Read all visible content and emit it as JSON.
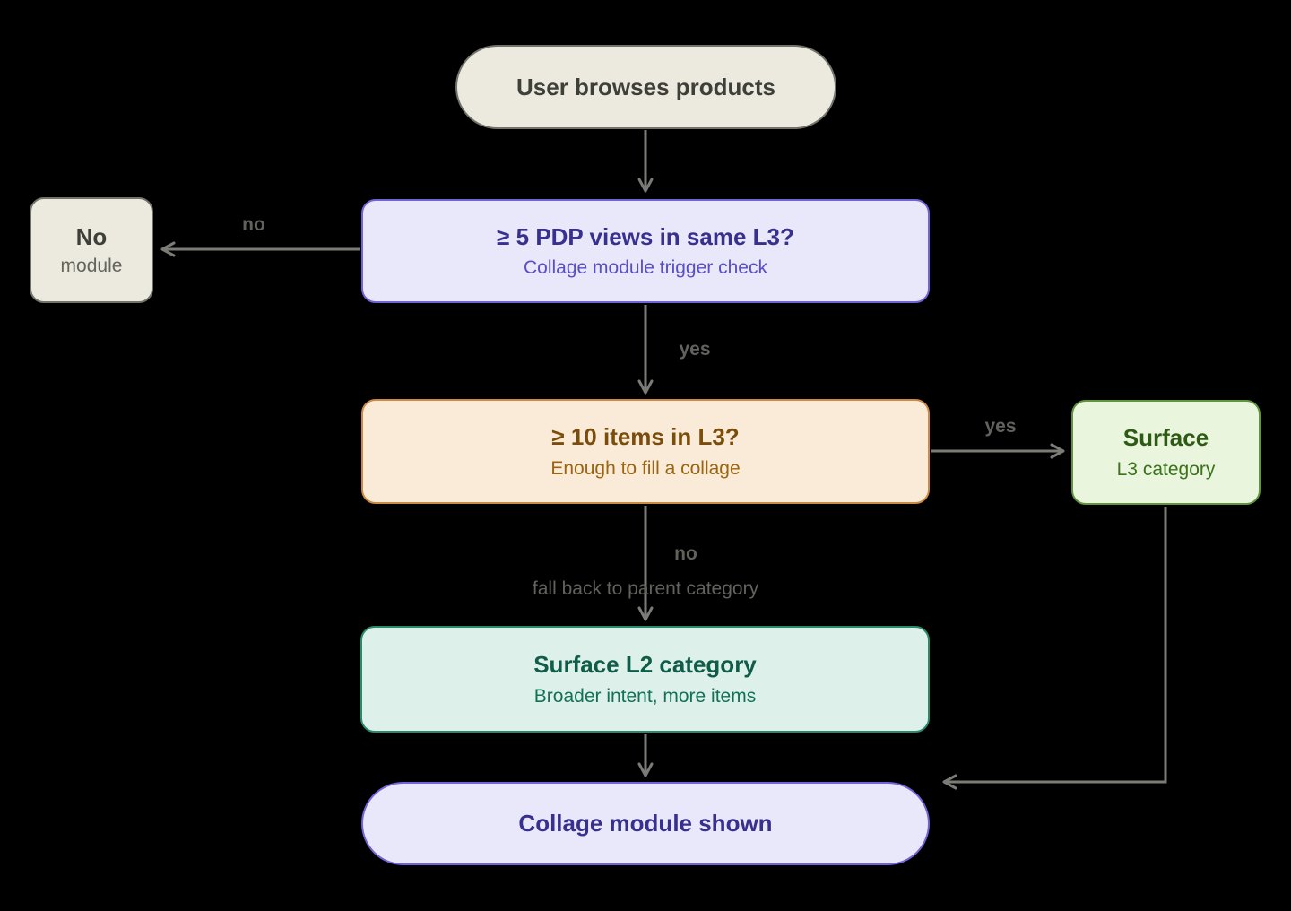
{
  "colors": {
    "bg": "#000000",
    "arrow": "#7c7c77",
    "label": "#62625d",
    "beige-bg": "#eceade",
    "beige-border": "#73736c",
    "beige-text": "#3f3f3a",
    "beige-sub": "#64645e",
    "purple-bg": "#e9e7fa",
    "purple-border": "#7163d8",
    "purple-title": "#38308f",
    "purple-sub": "#5a4ec5",
    "orange-bg": "#faebd8",
    "orange-border": "#cc8a42",
    "orange-title": "#7b4d0c",
    "orange-sub": "#9a6410",
    "green-bg": "#eaf5dd",
    "green-border": "#60953d",
    "green-title": "#2e5b14",
    "green-sub": "#3b721c",
    "teal-bg": "#def0ea",
    "teal-border": "#2b8a6e",
    "teal-title": "#0f5c49",
    "teal-sub": "#127257"
  },
  "nodes": {
    "start": {
      "label": "User browses products"
    },
    "no_module": {
      "title": "No",
      "subtitle": "module"
    },
    "pdp_check": {
      "title": "≥ 5 PDP views in same L3?",
      "subtitle": "Collage module trigger check"
    },
    "items_check": {
      "title": "≥ 10 items in L3?",
      "subtitle": "Enough to fill a collage"
    },
    "surface_l3": {
      "title": "Surface",
      "subtitle": "L3 category"
    },
    "surface_l2": {
      "title": "Surface L2 category",
      "subtitle": "Broader intent, more items"
    },
    "end": {
      "label": "Collage module shown"
    }
  },
  "edge_labels": {
    "pdp_no": "no",
    "pdp_yes": "yes",
    "items_yes": "yes",
    "items_no": "no",
    "items_no_note": "fall back to parent category"
  }
}
